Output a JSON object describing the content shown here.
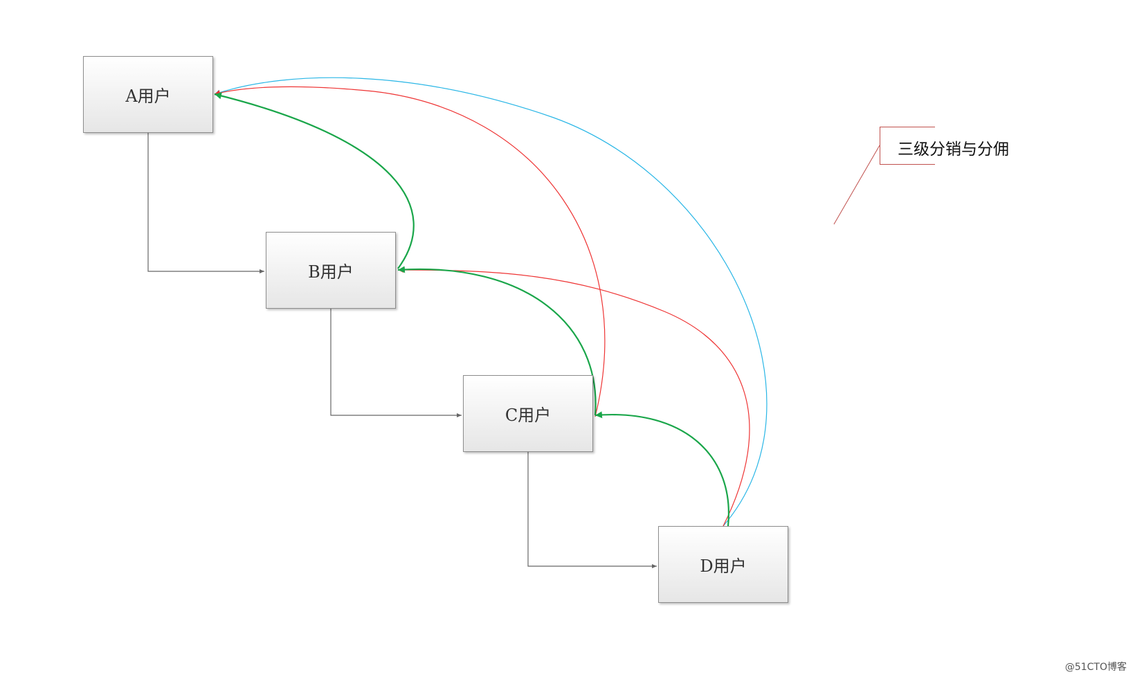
{
  "nodes": {
    "a": "A用户",
    "b": "B用户",
    "c": "C用户",
    "d": "D用户"
  },
  "callout": "三级分销与分佣",
  "watermark": "@51CTO博客",
  "colors": {
    "hierarchy_line": "#666666",
    "level1_commission": "#1aa64a",
    "level2_commission": "#ee3333",
    "level3_commission": "#29b6e6",
    "callout_border": "#c0504d"
  }
}
